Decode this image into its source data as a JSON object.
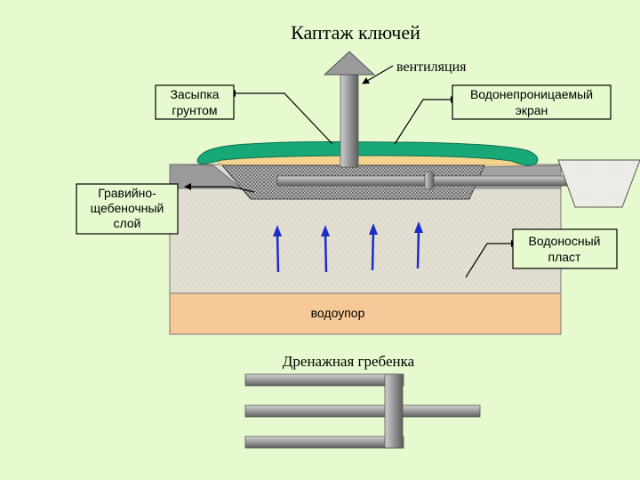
{
  "title": "Каптаж ключей",
  "labels": {
    "ventilation": "вентиляция",
    "backfill_line1": "Засыпка",
    "backfill_line2": "грунтом",
    "screen_line1": "Водонепроницаемый",
    "screen_line2": "экран",
    "gravel_line1": "Гравийно-",
    "gravel_line2": "щебеночный",
    "gravel_line3": "слой",
    "aquifer_line1": "Водоносный",
    "aquifer_line2": "пласт",
    "aquitard": "водоупор",
    "drain_comb": "Дренажная гребенка"
  },
  "colors": {
    "background": "#e6f9cf",
    "aquifer": "#e2dfd2",
    "aquitard": "#f7c998",
    "screen": "#18a878",
    "sand_backfill": "#f3d48f",
    "gravel": "#b9b9b9",
    "pipe": "#8e8e8e",
    "water_arrow": "#1a2ec8"
  }
}
